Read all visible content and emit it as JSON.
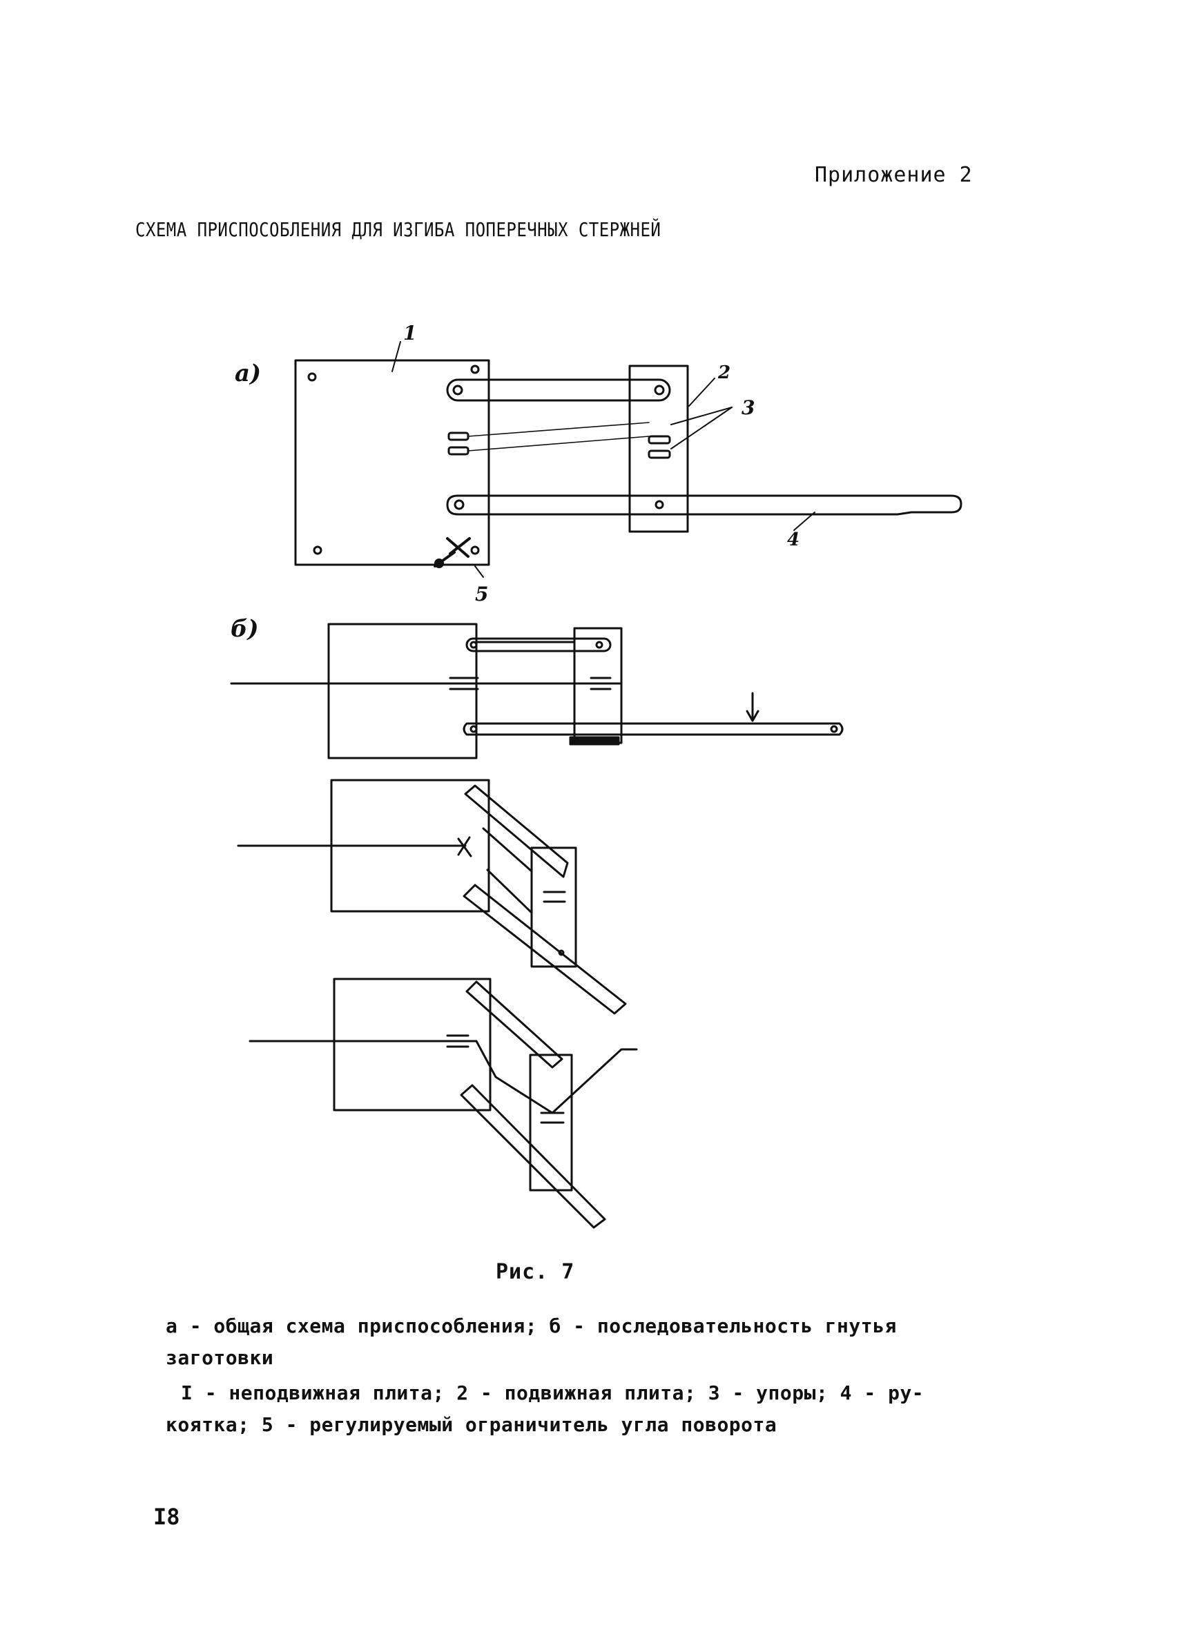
{
  "header": {
    "appendix": "Приложение 2"
  },
  "title": "СХЕМА ПРИСПОСОБЛЕНИЯ ДЛЯ ИЗГИБА ПОПЕРЕЧНЫХ СТЕРЖНЕЙ",
  "figure": {
    "sublabels": {
      "a": "а)",
      "b": "б)"
    },
    "part_numbers": [
      "1",
      "2",
      "3",
      "4",
      "5"
    ],
    "caption": "Рис. 7"
  },
  "legend": {
    "line1": "а - общая схема приспособления; б - последовательность гнутья",
    "line2": "заготовки",
    "line3": "I - неподвижная плита; 2 - подвижная плита; 3 - упоры; 4 - ру-",
    "line4": "коятка; 5 - регулируемый ограничитель  угла поворота"
  },
  "page_number": "I8"
}
